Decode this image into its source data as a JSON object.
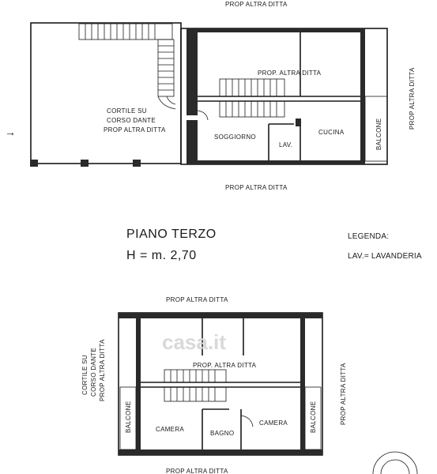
{
  "top_plan": {
    "north_label": "PROP ALTRA DITTA",
    "south_label": "PROP ALTRA DITTA",
    "east_label": "PROP ALTRA DITTA",
    "courtyard_line1": "CORTILE SU",
    "courtyard_line2": "CORSO DANTE",
    "courtyard_line3": "PROP ALTRA DITTA",
    "inner_label": "PROP. ALTRA DITTA",
    "room_soggiorno": "SOGGIORNO",
    "room_lav": "LAV.",
    "room_cucina": "CUCINA",
    "room_balcone": "BALCONE",
    "entry_arrow": "→"
  },
  "floor": {
    "title": "PIANO TERZO",
    "height": "H = m. 2,70"
  },
  "legend": {
    "title": "LEGENDA:",
    "entry": "LAV.= LAVANDERIA"
  },
  "bottom_plan": {
    "north_label": "PROP ALTRA DITTA",
    "south_label": "PROP ALTRA DITTA",
    "west_line1": "CORTILE SU",
    "west_line2": "CORSO DANTE",
    "west_line3": "PROP ALTRA DITTA",
    "east_label": "PROP ALTRA DITTA",
    "inner_label": "PROP. ALTRA DITTA",
    "balcone_left": "BALCONE",
    "balcone_right": "BALCONE",
    "room_camera_left": "CAMERA",
    "room_bagno": "BAGNO",
    "room_camera_right": "CAMERA"
  },
  "watermark": "casa.it"
}
